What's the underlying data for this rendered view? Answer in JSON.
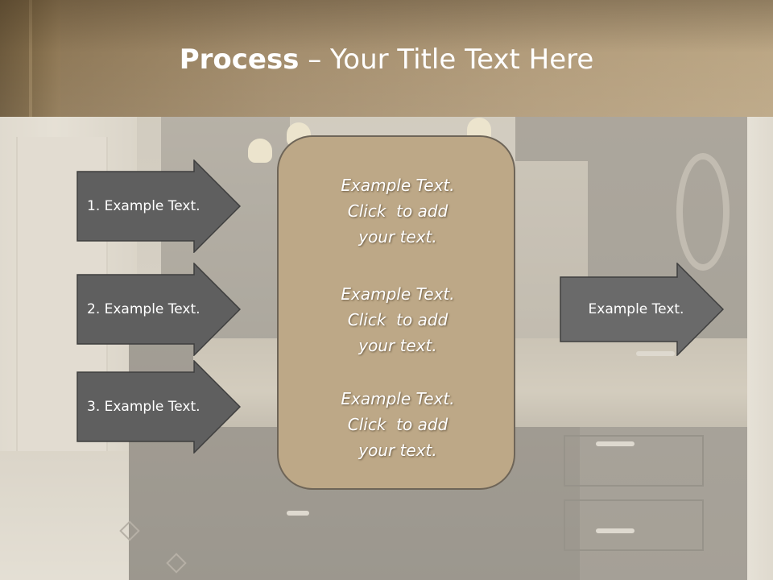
{
  "slide": {
    "title_bold": "Process",
    "title_rest": " – Your Title Text Here"
  },
  "left_arrows": [
    {
      "label": "1. Example Text."
    },
    {
      "label": "2. Example Text."
    },
    {
      "label": "3. Example Text."
    }
  ],
  "center_box": {
    "paragraphs": [
      {
        "line1": "Example Text.",
        "line2": "Click  to add",
        "line3": "your text."
      },
      {
        "line1": "Example Text.",
        "line2": "Click  to add",
        "line3": "your text."
      },
      {
        "line1": "Example Text.",
        "line2": "Click  to add",
        "line3": "your text."
      }
    ]
  },
  "right_arrow": {
    "label": "Example Text."
  },
  "colors": {
    "title_bar": "#a38d6d",
    "arrow_fill": "#5f5f5f",
    "arrow_fill_right": "#6a6a6a",
    "center_box_fill": "#bda887",
    "text": "#ffffff"
  }
}
